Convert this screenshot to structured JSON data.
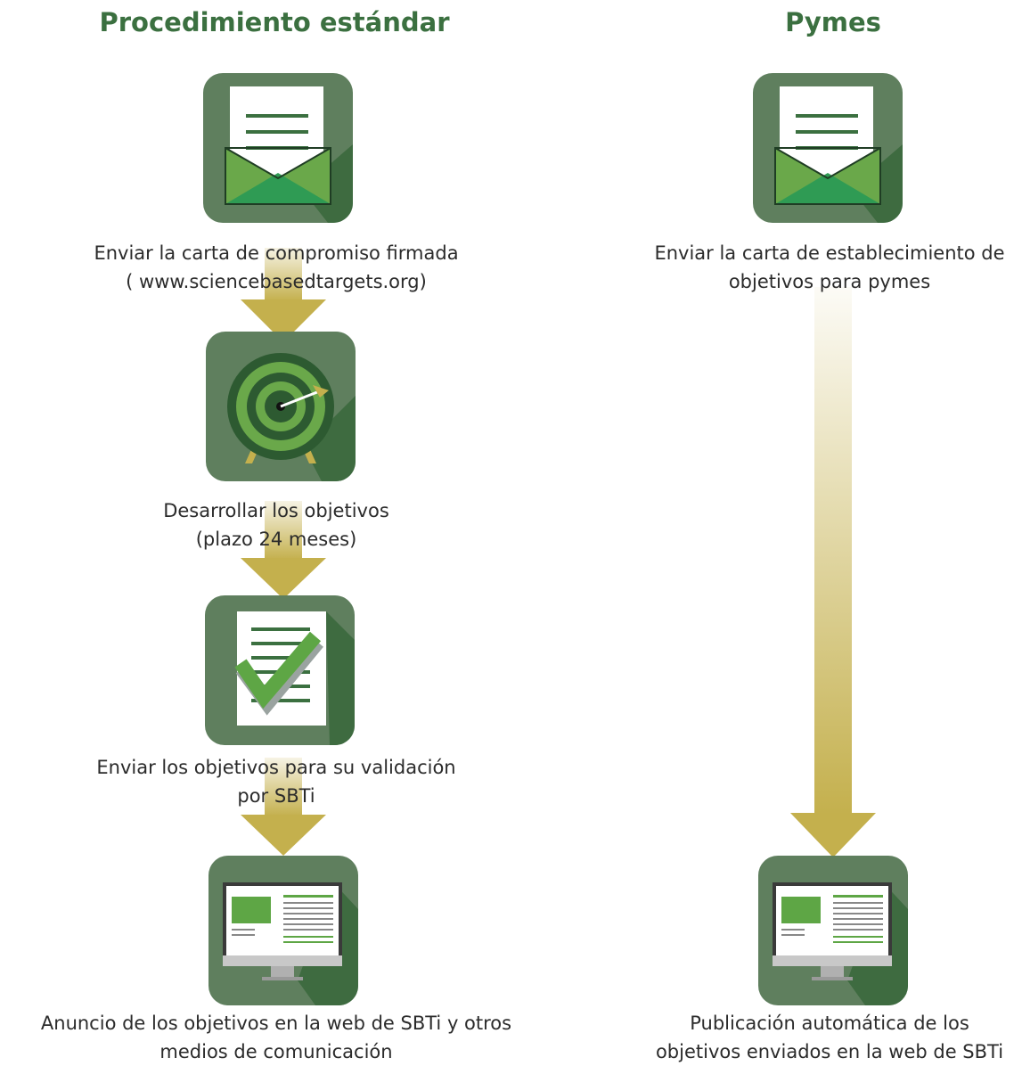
{
  "columns": {
    "standard": {
      "title": "Procedimiento estándar"
    },
    "sme": {
      "title": "Pymes"
    }
  },
  "standard_steps": [
    {
      "icon": "envelope-letter-icon",
      "line1": "Enviar la carta de compromiso firmada",
      "line2": "( www.sciencebasedtargets.org)"
    },
    {
      "icon": "target-icon",
      "line1": "Desarrollar los objetivos",
      "line2": "(plazo 24 meses)"
    },
    {
      "icon": "checked-document-icon",
      "line1": "Enviar los objetivos para su validación",
      "line2": "por SBTi"
    },
    {
      "icon": "monitor-webpage-icon",
      "line1": "Anuncio de los objetivos en la web de SBTi y otros",
      "line2": "medios de comunicación"
    }
  ],
  "sme_steps": [
    {
      "icon": "envelope-letter-icon",
      "line1": "Enviar la carta de establecimiento de",
      "line2": "objetivos para pymes"
    },
    {
      "icon": "monitor-webpage-icon",
      "line1": "Publicación automática de los",
      "line2": "objetivos enviados en la web de SBTi"
    }
  ],
  "colors": {
    "title_green": "#3b7040",
    "tile_light": "#5f7f5e",
    "tile_shadow": "#3e6b40",
    "accent_green": "#5ea645",
    "arrow_gold": "#c4b04d"
  }
}
